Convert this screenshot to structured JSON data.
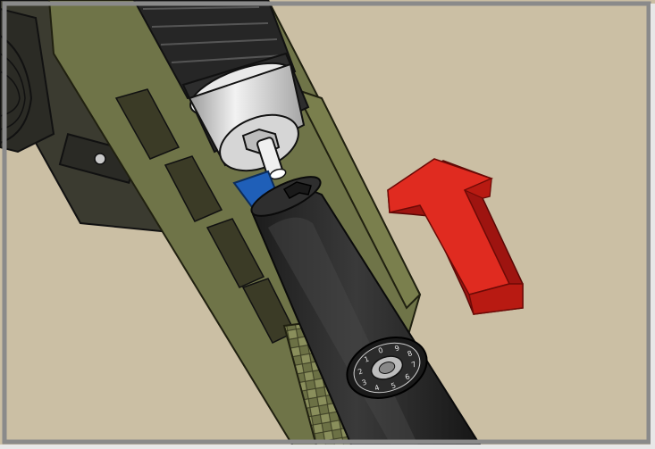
{
  "scene": {
    "background_color": "#cbbfa4",
    "frame_color": "#8a8a8a",
    "rail_color": "#6f7448",
    "barrel_color": "#2a2a2a",
    "adapter_color": "#d4d4d4",
    "arrow_color": "#e02b20",
    "spacer_color": "#1f5fb8"
  },
  "dial": {
    "digits": [
      "0",
      "9",
      "8",
      "7",
      "6",
      "5",
      "4",
      "3",
      "2",
      "1"
    ]
  }
}
